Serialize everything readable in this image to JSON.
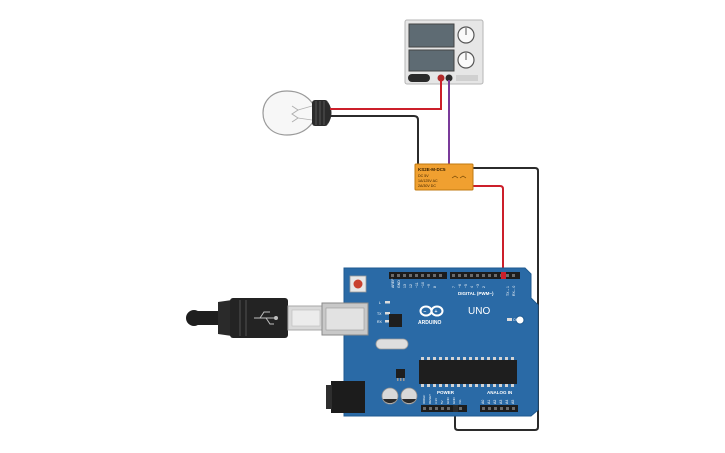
{
  "relay": {
    "title": "KS2E-M-DC5",
    "line1": "DC 5V",
    "line2": "1A/125V AC",
    "line3": "2A/30V DC"
  },
  "arduino": {
    "brand": "ARDUINO",
    "model": "UNO",
    "digital_label": "DIGITAL (PWM~)",
    "power_label": "POWER",
    "analog_label": "ANALOG IN",
    "on_label": "ON",
    "tx_label": "TX",
    "rx_label": "RX",
    "l_label": "L",
    "aref_label": "AREF",
    "gnd_top_label": "GND",
    "digital_pins": [
      "13",
      "12",
      "~11",
      "~10",
      "~9",
      "8",
      "7",
      "~6",
      "~5",
      "4",
      "~3",
      "2",
      "TX→1",
      "RX←0"
    ],
    "power_pins": [
      "IOREF",
      "RESET",
      "3.3V",
      "5V",
      "GND",
      "GND",
      "Vin"
    ],
    "analog_pins": [
      "A0",
      "A1",
      "A2",
      "A3",
      "A4",
      "A5"
    ]
  },
  "colors": {
    "board": "#2a6aa6",
    "relay": "#f0a030",
    "wire_red": "#cc1f2a",
    "wire_black": "#2b2b2b",
    "wire_purple": "#7a3a9a",
    "psu_body": "#e6e6e6"
  }
}
